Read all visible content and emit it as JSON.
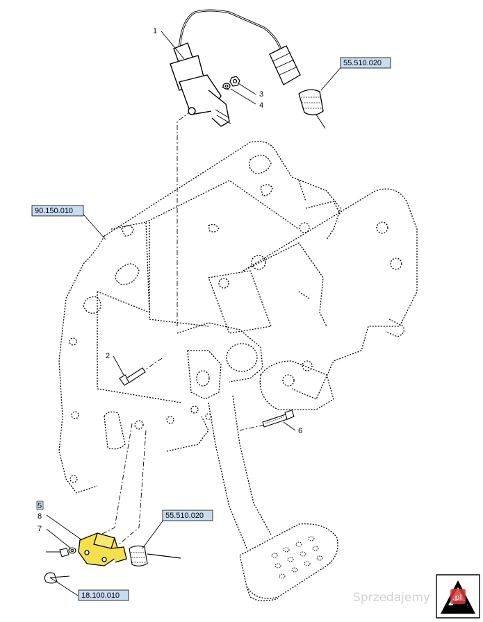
{
  "diagram": {
    "callouts": [
      {
        "id": "c1",
        "label": "1"
      },
      {
        "id": "c2",
        "label": "2"
      },
      {
        "id": "c3",
        "label": "3"
      },
      {
        "id": "c4",
        "label": "4"
      },
      {
        "id": "c5",
        "label": "5"
      },
      {
        "id": "c6",
        "label": "6"
      },
      {
        "id": "c7",
        "label": "7"
      },
      {
        "id": "c8",
        "label": "8"
      }
    ],
    "references": [
      {
        "id": "r1",
        "label": "55.510.020"
      },
      {
        "id": "r2",
        "label": "90.150.010"
      },
      {
        "id": "r3",
        "label": "55.510.020"
      },
      {
        "id": "r4",
        "label": "18.100.010"
      }
    ],
    "colors": {
      "highlight_part": "#f4e04d",
      "reference_box": "#c7dcef",
      "line": "#000000"
    }
  },
  "watermark": {
    "text": "Sprzedajemy",
    "badge": ".pl"
  }
}
